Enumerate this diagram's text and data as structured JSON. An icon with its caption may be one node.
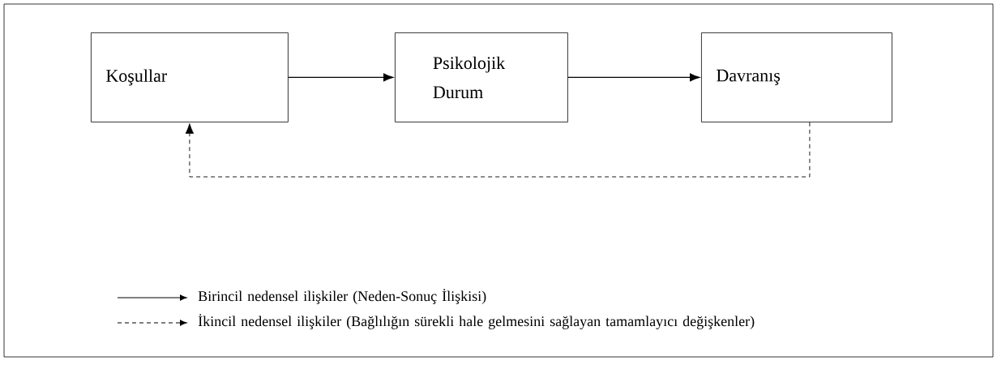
{
  "diagram": {
    "nodes": [
      {
        "text": [
          "Koşullar"
        ]
      },
      {
        "text": [
          "Psikolojik Durum"
        ]
      },
      {
        "text": [
          "Davranış"
        ]
      }
    ],
    "edges": [
      {
        "from": 0,
        "to": 1,
        "arrow": "to"
      },
      {
        "from": 1,
        "to": 2,
        "arrow": "to"
      },
      {
        "from": 2,
        "to": 0,
        "arrow": "to",
        "style": "dashed"
      }
    ],
    "legend": [
      {
        "text": "Birincil nedensel ilişkiler (Neden-Sonuç İlişkisi)"
      },
      {
        "text": "İkincil nedensel ilişkiler (Bağlılığın sürekli hale gelmesini sağlayan tamamlayıcı değişkenler)"
      }
    ]
  }
}
